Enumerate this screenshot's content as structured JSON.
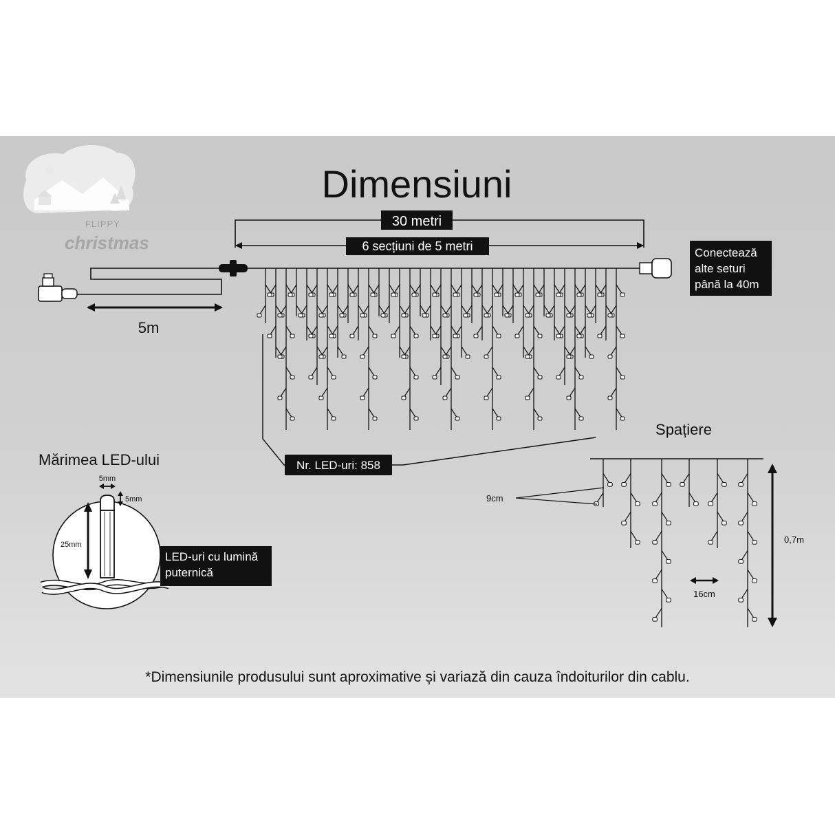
{
  "title": "Dimensiuni",
  "logo": {
    "line1": "FLIPPY",
    "line2": "christmas",
    "icon": "winter-scene-logo"
  },
  "total_length_label": "30 metri",
  "sections_label": "6 secțiuni de 5 metri",
  "lead_cable_label": "5m",
  "connect_note": {
    "line1": "Conectează",
    "line2": "alte seturi",
    "line3": "până la 40m"
  },
  "led_count_label": "Nr. LED-uri: 858",
  "led_size": {
    "title": "Mărimea LED-ului",
    "width_label": "5mm",
    "depth_label": "5mm",
    "height_label": "25mm",
    "note_line1": "LED-uri cu lumină",
    "note_line2": "puternică"
  },
  "spacing": {
    "title": "Spațiere",
    "led_gap_label": "9cm",
    "strand_gap_label": "16cm",
    "height_label": "0,7m"
  },
  "footnote": "*Dimensiunile produsului sunt aproximative și variază din cauza îndoiturilor din cablu.",
  "colors": {
    "background": "#cbcbcb",
    "ink": "#111111",
    "label_box": "#111111",
    "label_text": "#ffffff"
  }
}
